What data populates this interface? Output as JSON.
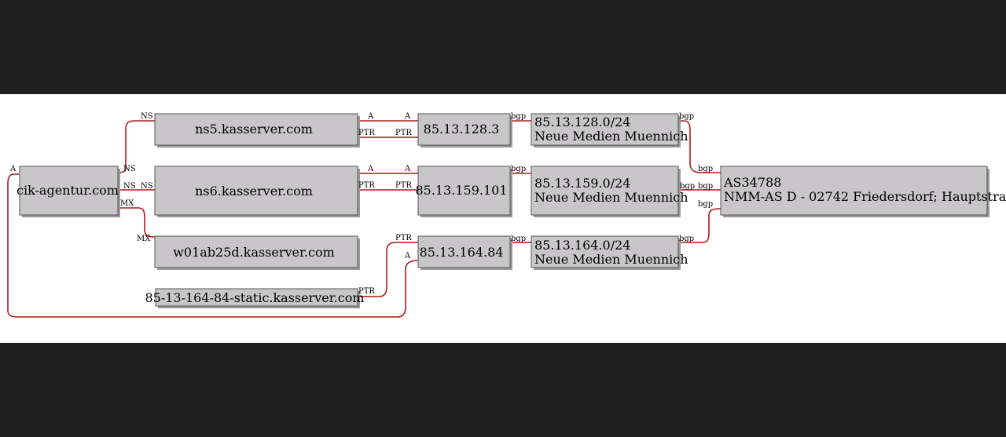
{
  "nodes": {
    "cik": "cik-agentur.com",
    "ns5": "ns5.kasserver.com",
    "ns6": "ns6.kasserver.com",
    "w01": "w01ab25d.kasserver.com",
    "static": "85-13-164-84-static.kasserver.com",
    "ip1": "85.13.128.3",
    "ip2": "85.13.159.101",
    "ip3": "85.13.164.84",
    "net1_a": "85.13.128.0/24",
    "net1_b": "Neue Medien Muennich",
    "net2_a": "85.13.159.0/24",
    "net2_b": "Neue Medien Muennich",
    "net3_a": "85.13.164.0/24",
    "net3_b": "Neue Medien Muennich",
    "as_a": "AS34788",
    "as_b": "NMM-AS D - 02742 Friedersdorf; Hauptstra"
  },
  "edge_labels": {
    "ns": "NS",
    "mx": "MX",
    "a": "A",
    "ptr": "PTR",
    "bgp": "bgp"
  }
}
